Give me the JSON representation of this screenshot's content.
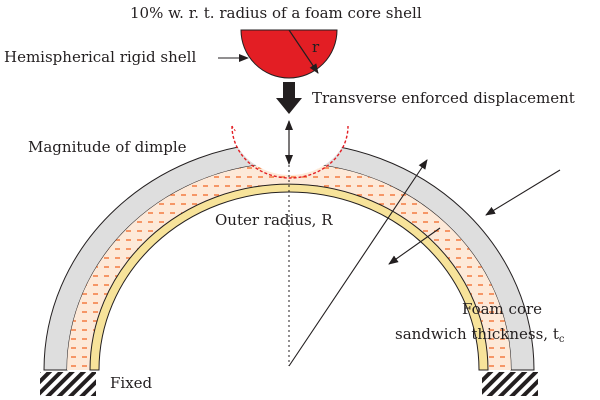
{
  "labels": {
    "top_note": "10% w. r. t. radius of a foam core shell",
    "indenter": "Hemispherical rigid shell",
    "indenter_radius": "r",
    "displacement": "Transverse enforced displacement",
    "dimple": "Magnitude of dimple",
    "outer_radius": "Outer radius, R",
    "foam_core": "Foam core",
    "thickness_main": "sandwich thickness, t",
    "thickness_sub": "c",
    "fixed": "Fixed"
  },
  "colors": {
    "indenter_fill": "#e31e24",
    "face_sheet_outer": "#dedede",
    "face_sheet_inner": "#f7e39a",
    "foam_fill": "#fde9d8",
    "foam_dashes": "#f26522",
    "dimple_outline": "#e31e24",
    "ink": "#231f20",
    "hatch": "#231f20"
  },
  "icons": {
    "push_arrow": "thick-down-arrow-icon",
    "dimension_arrow": "double-headed-arrow-icon",
    "fixed_support": "hatched-support-icon"
  }
}
